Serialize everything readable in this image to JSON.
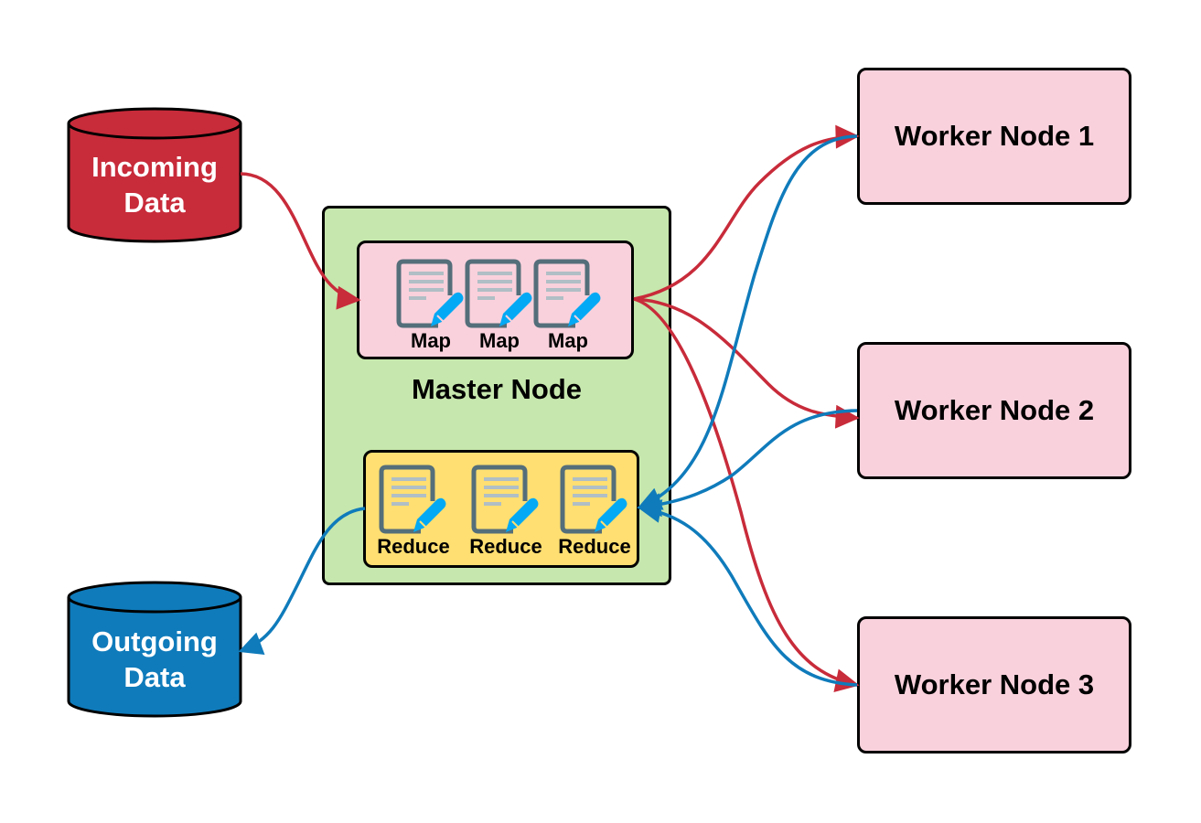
{
  "colors": {
    "incoming": "#c82b3a",
    "outgoing": "#0f7bbb",
    "map_flow": "#c82b3a",
    "reduce_flow": "#0f7bbb",
    "master_bg": "#c6e7ad",
    "map_bg": "#f9d1dc",
    "reduce_bg": "#ffdf71",
    "worker_bg": "#f9d1dc",
    "doc_stroke": "#546e7a",
    "doc_lines": "#b0bec5",
    "pencil": "#03a9f4"
  },
  "incoming_data": {
    "line1": "Incoming",
    "line2": "Data"
  },
  "outgoing_data": {
    "line1": "Outgoing",
    "line2": "Data"
  },
  "master_node": {
    "title": "Master Node",
    "map_tasks": [
      {
        "label": "Map",
        "icon": "document-edit-icon"
      },
      {
        "label": "Map",
        "icon": "document-edit-icon"
      },
      {
        "label": "Map",
        "icon": "document-edit-icon"
      }
    ],
    "reduce_tasks": [
      {
        "label": "Reduce",
        "icon": "document-edit-icon"
      },
      {
        "label": "Reduce",
        "icon": "document-edit-icon"
      },
      {
        "label": "Reduce",
        "icon": "document-edit-icon"
      }
    ]
  },
  "workers": [
    {
      "label": "Worker Node 1"
    },
    {
      "label": "Worker Node 2"
    },
    {
      "label": "Worker Node 3"
    }
  ],
  "edges": [
    {
      "from": "Incoming Data",
      "to": "Map",
      "color": "red"
    },
    {
      "from": "Map",
      "to": "Worker Node 1",
      "color": "red"
    },
    {
      "from": "Map",
      "to": "Worker Node 2",
      "color": "red"
    },
    {
      "from": "Map",
      "to": "Worker Node 3",
      "color": "red"
    },
    {
      "from": "Worker Node 1",
      "to": "Reduce",
      "color": "blue"
    },
    {
      "from": "Worker Node 2",
      "to": "Reduce",
      "color": "blue"
    },
    {
      "from": "Worker Node 3",
      "to": "Reduce",
      "color": "blue"
    },
    {
      "from": "Reduce",
      "to": "Outgoing Data",
      "color": "blue"
    }
  ]
}
